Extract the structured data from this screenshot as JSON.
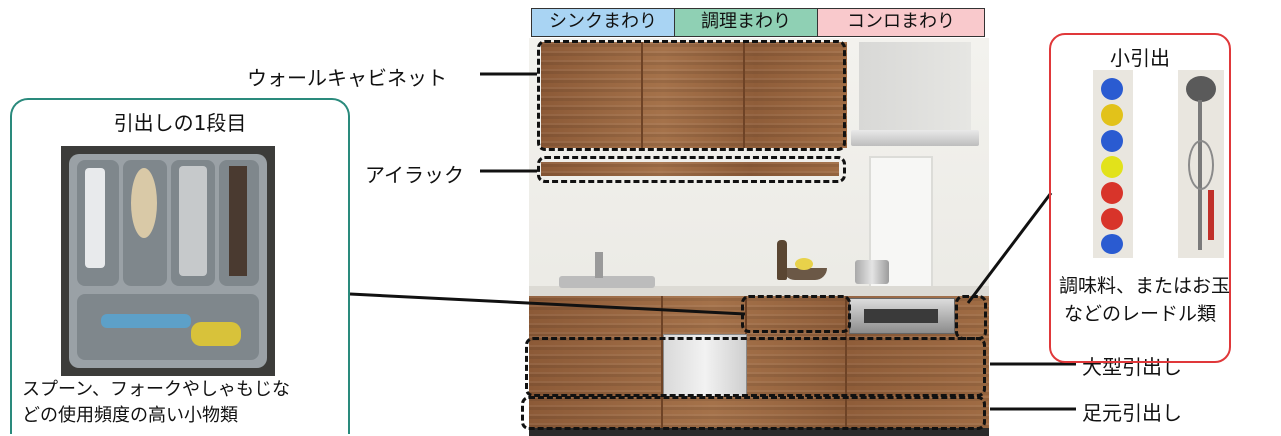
{
  "zones": [
    {
      "label": "シンクまわり",
      "color": "#a9d4f3"
    },
    {
      "label": "調理まわり",
      "color": "#8fd0b4"
    },
    {
      "label": "コンロまわり",
      "color": "#f9c9cc"
    }
  ],
  "labels": {
    "wall_cabinet": "ウォールキャビネット",
    "eye_rack": "アイラック",
    "large_drawer": "大型引出し",
    "foot_drawer": "足元引出し"
  },
  "left_panel": {
    "title": "引出しの1段目",
    "caption_line1": "スプーン、フォークやしゃもじな",
    "caption_line2": "どの使用頻度の高い小物類",
    "border_color": "#2a8a7c"
  },
  "right_panel": {
    "title": "小引出",
    "caption_line1": "調味料、またはお玉",
    "caption_line2": "などのレードル類",
    "border_color": "#e0383a"
  }
}
